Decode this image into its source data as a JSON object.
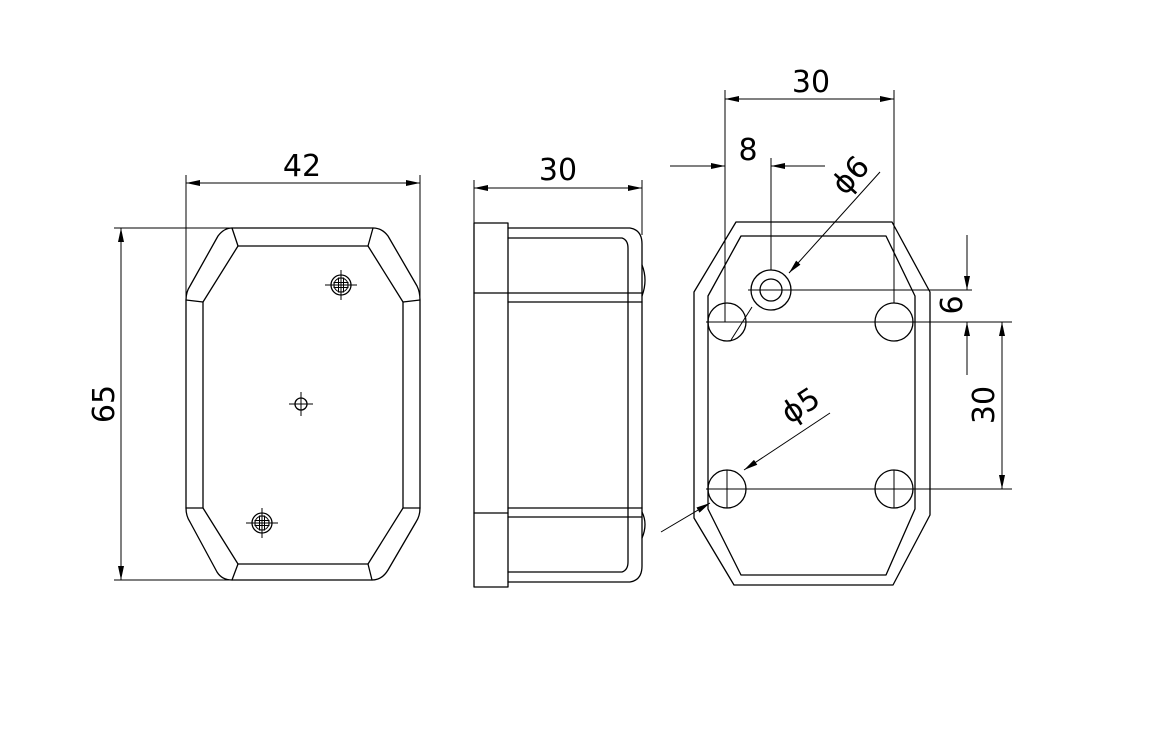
{
  "dimensions": {
    "front_width": "42",
    "front_height": "65",
    "side_depth": "30",
    "rear_hole_spacing_x": "30",
    "rear_offset": "8",
    "rear_center_hole_dia": "ϕ6",
    "rear_center_offset": "6",
    "rear_hole_spacing_y": "30",
    "rear_mount_hole_dia": "ϕ5"
  }
}
